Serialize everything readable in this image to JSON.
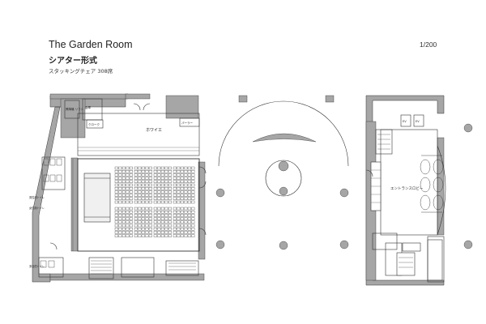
{
  "header": {
    "title": "The Garden Room",
    "subtitle": "シアター形式",
    "seating": "スタッキングチェア 308席",
    "scale": "1/200"
  },
  "rooms": {
    "foyer": "ホワイエ",
    "entrance_lobby": "エントランスロビー",
    "lift": "昇降機 リフト",
    "storage": "倉庫",
    "toilet_m": "男性用トイレ",
    "toilet_w": "女性用トイレ",
    "toilet_accessible": "多目的トイレ",
    "kitchen": "パーラー",
    "ev1": "EV",
    "ev2": "EV",
    "reception": "クローク"
  },
  "colors": {
    "wall": "#a6a6a6",
    "line": "#333333",
    "background": "#ffffff"
  }
}
